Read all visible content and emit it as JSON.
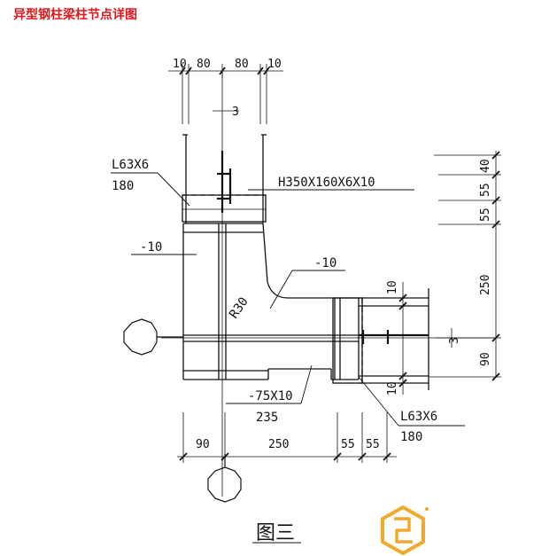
{
  "title": {
    "text": "异型钢柱梁柱节点详图",
    "color": "#e3161b"
  },
  "top_dims": [
    "10",
    "80",
    "80",
    "10"
  ],
  "weld_gap": "3",
  "section_label": "H350X160X6X10",
  "angle_top": {
    "size": "L63X6",
    "length": "180"
  },
  "plate_left": "-10",
  "plate_curved": "-10",
  "radius": "R30",
  "stiffener": {
    "size": "-75X10",
    "length": "235"
  },
  "angle_bottom": {
    "size": "L63X6",
    "length": "180"
  },
  "right_dims": [
    "40",
    "55",
    "55",
    "250",
    "90"
  ],
  "flange_dims": [
    "10",
    "10"
  ],
  "bolt_gap": "3",
  "bottom_dims": [
    "90",
    "250",
    "55",
    "55"
  ],
  "figure_caption": "图三",
  "logo": {
    "name": "logo-icon",
    "color": "#f2a82c"
  }
}
